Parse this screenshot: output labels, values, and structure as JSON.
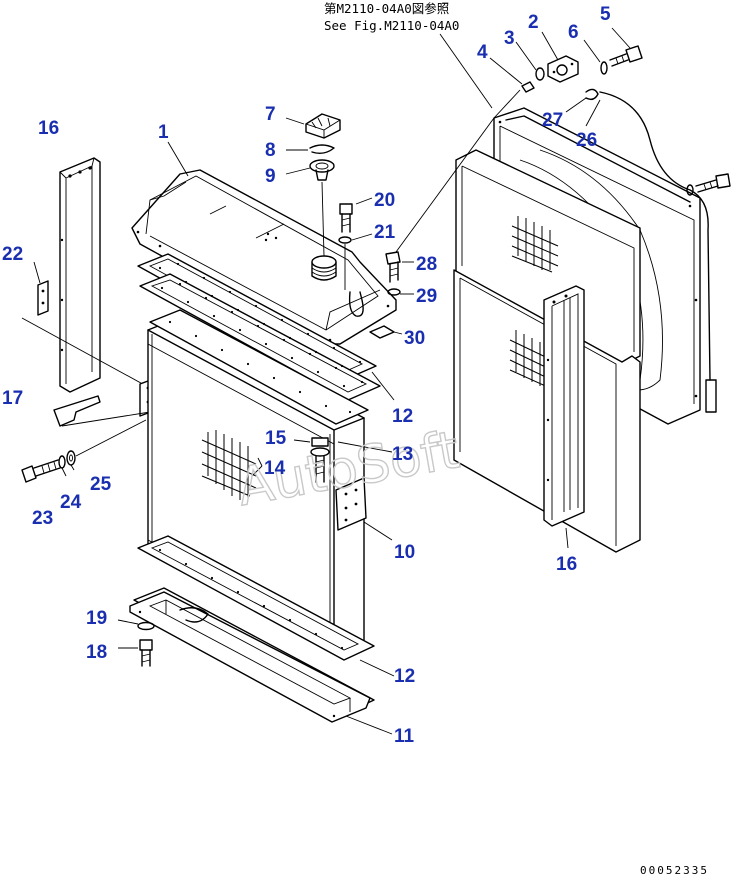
{
  "reference_note": {
    "line1": "第M2110-04A0図参照",
    "line2": "See Fig.M2110-04A0"
  },
  "watermark": "AutoSoft",
  "document_number": "00052335",
  "callout_color": "#1a2fb0",
  "callouts": [
    {
      "id": "c1",
      "label": "1"
    },
    {
      "id": "c2",
      "label": "2"
    },
    {
      "id": "c3",
      "label": "3"
    },
    {
      "id": "c4",
      "label": "4"
    },
    {
      "id": "c5",
      "label": "5"
    },
    {
      "id": "c6",
      "label": "6"
    },
    {
      "id": "c7",
      "label": "7"
    },
    {
      "id": "c8",
      "label": "8"
    },
    {
      "id": "c9",
      "label": "9"
    },
    {
      "id": "c10",
      "label": "10"
    },
    {
      "id": "c11",
      "label": "11"
    },
    {
      "id": "c12a",
      "label": "12"
    },
    {
      "id": "c12b",
      "label": "12"
    },
    {
      "id": "c13",
      "label": "13"
    },
    {
      "id": "c14",
      "label": "14"
    },
    {
      "id": "c15",
      "label": "15"
    },
    {
      "id": "c16a",
      "label": "16"
    },
    {
      "id": "c16b",
      "label": "16"
    },
    {
      "id": "c17",
      "label": "17"
    },
    {
      "id": "c18",
      "label": "18"
    },
    {
      "id": "c19",
      "label": "19"
    },
    {
      "id": "c20",
      "label": "20"
    },
    {
      "id": "c21",
      "label": "21"
    },
    {
      "id": "c22",
      "label": "22"
    },
    {
      "id": "c23",
      "label": "23"
    },
    {
      "id": "c24",
      "label": "24"
    },
    {
      "id": "c25",
      "label": "25"
    },
    {
      "id": "c26",
      "label": "26"
    },
    {
      "id": "c27",
      "label": "27"
    },
    {
      "id": "c28",
      "label": "28"
    },
    {
      "id": "c29",
      "label": "29"
    },
    {
      "id": "c30",
      "label": "30"
    }
  ]
}
